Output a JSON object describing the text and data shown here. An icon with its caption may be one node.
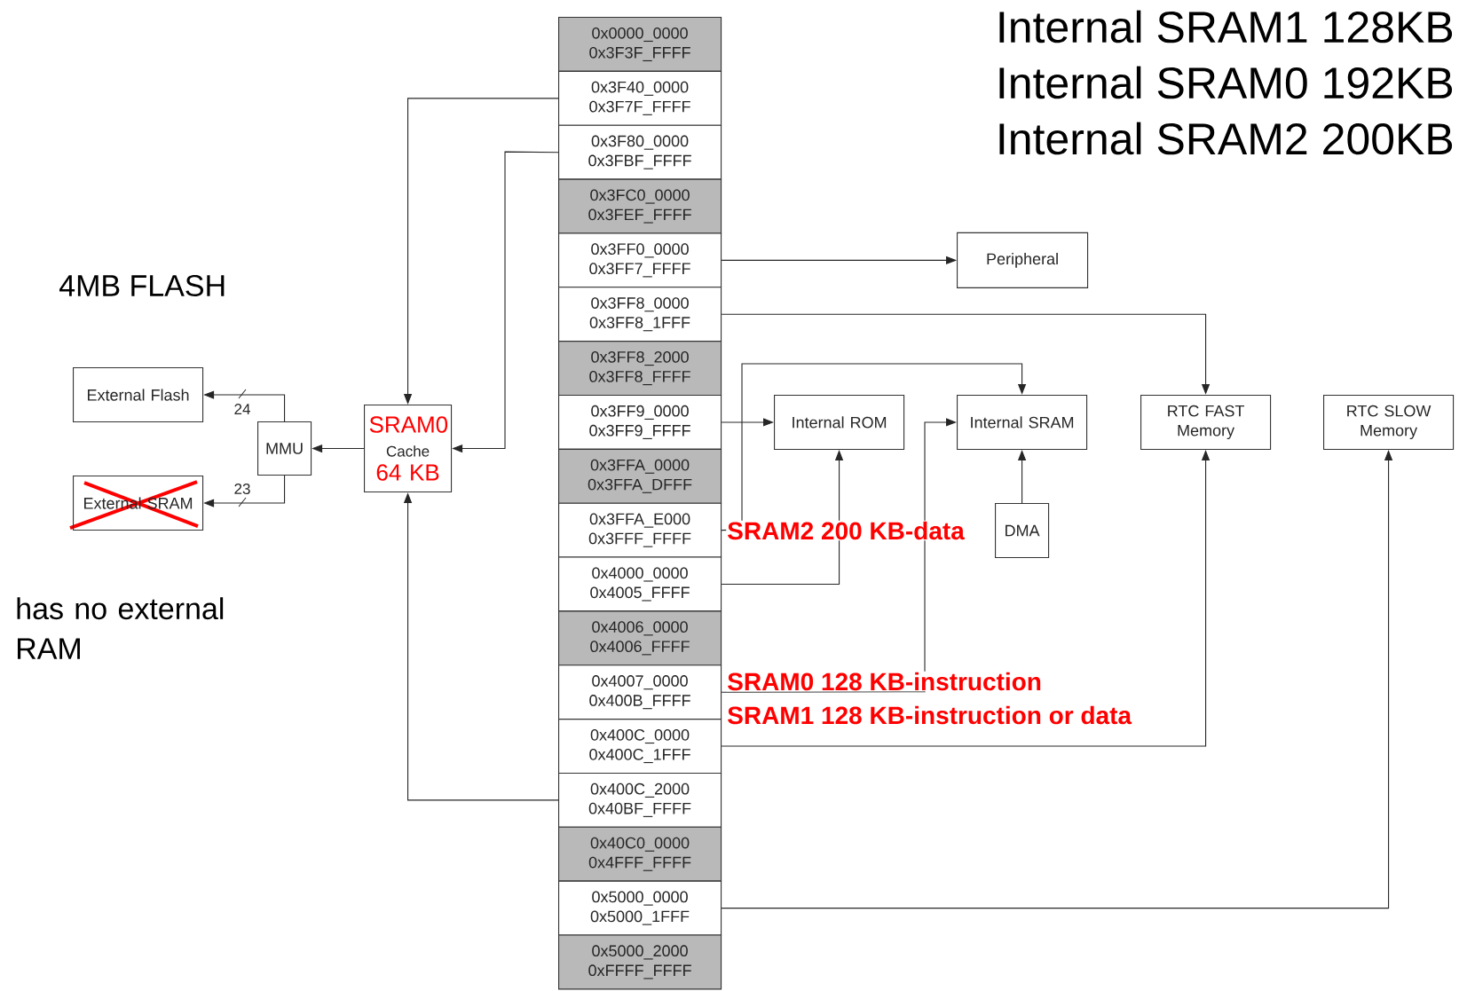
{
  "diagram": {
    "nodes": [
      {
        "text": [
          "External Flash"
        ]
      },
      {
        "text": [
          "External SRAM"
        ]
      },
      {
        "text": [
          "MMU"
        ]
      },
      {
        "text": [
          "SRAM0",
          "Cache",
          "64 KB"
        ]
      },
      {
        "text": [
          "0x0000_0000",
          "0x3F3F_FFFF"
        ]
      },
      {
        "text": [
          "0x3F40_0000",
          "0x3F7F_FFFF"
        ]
      },
      {
        "text": [
          "0x3F80_0000",
          "0x3FBF_FFFF"
        ]
      },
      {
        "text": [
          "0x3FC0_0000",
          "0x3FEF_FFFF"
        ]
      },
      {
        "text": [
          "0x3FF0_0000",
          "0x3FF7_FFFF"
        ]
      },
      {
        "text": [
          "0x3FF8_0000",
          "0x3FF8_1FFF"
        ]
      },
      {
        "text": [
          "0x3FF8_2000",
          "0x3FF8_FFFF"
        ]
      },
      {
        "text": [
          "0x3FF9_0000",
          "0x3FF9_FFFF"
        ]
      },
      {
        "text": [
          "0x3FFA_0000",
          "0x3FFA_DFFF"
        ]
      },
      {
        "text": [
          "0x3FFA_E000",
          "0x3FFF_FFFF"
        ]
      },
      {
        "text": [
          "0x4000_0000",
          "0x4005_FFFF"
        ]
      },
      {
        "text": [
          "0x4006_0000",
          "0x4006_FFFF"
        ]
      },
      {
        "text": [
          "0x4007_0000",
          "0x400B_FFFF"
        ]
      },
      {
        "text": [
          "0x400C_0000",
          "0x400C_1FFF"
        ]
      },
      {
        "text": [
          "0x400C_2000",
          "0x40BF_FFFF"
        ]
      },
      {
        "text": [
          "0x40C0_0000",
          "0x4FFF_FFFF"
        ]
      },
      {
        "text": [
          "0x5000_0000",
          "0x5000_1FFF"
        ]
      },
      {
        "text": [
          "0x5000_2000",
          "0xFFFF_FFFF"
        ]
      },
      {
        "text": [
          "Peripheral"
        ]
      },
      {
        "text": [
          "Internal ROM"
        ]
      },
      {
        "text": [
          "Internal SRAM"
        ]
      },
      {
        "text": [
          "RTC FAST Memory"
        ]
      },
      {
        "text": [
          "RTC SLOW Memory"
        ]
      },
      {
        "text": [
          "DMA"
        ]
      }
    ],
    "edges": [
      {
        "from": 2,
        "to": 0,
        "arrow": "to",
        "label": "24"
      },
      {
        "from": 2,
        "to": 1,
        "arrow": "to",
        "label": "23"
      },
      {
        "from": 3,
        "to": 2,
        "arrow": "to"
      },
      {
        "from": 5,
        "to": 3,
        "arrow": "to"
      },
      {
        "from": 6,
        "to": 3,
        "arrow": "to"
      },
      {
        "from": 18,
        "to": 3,
        "arrow": "to"
      },
      {
        "from": 8,
        "to": 22,
        "arrow": "to"
      },
      {
        "from": 9,
        "to": 25,
        "arrow": "to"
      },
      {
        "from": 11,
        "to": 23,
        "arrow": "to"
      },
      {
        "from": 13,
        "to": 24,
        "arrow": "to"
      },
      {
        "from": 14,
        "to": 23,
        "arrow": "to"
      },
      {
        "from": 16,
        "to": 24,
        "arrow": "to"
      },
      {
        "from": 17,
        "to": 25,
        "arrow": "to"
      },
      {
        "from": 20,
        "to": 26,
        "arrow": "to"
      },
      {
        "from": 27,
        "to": 24,
        "arrow": "to"
      }
    ],
    "labels": [
      "Internal SRAM1 128KB",
      "Internal SRAM0 192KB",
      "Internal SRAM2 200KB",
      "4MB FLASH",
      "has no external RAM",
      "SRAM2 200 KB-data",
      "SRAM0 128 KB-instruction",
      "SRAM1 128 KB-instruction or data"
    ]
  }
}
